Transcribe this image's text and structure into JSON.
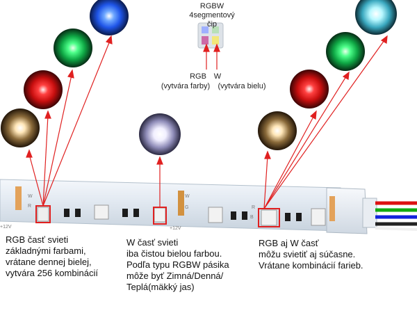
{
  "chip": {
    "title": "RGBW",
    "subtitle": "4segmentový čip",
    "rgb_label": "RGB",
    "rgb_sub": "(vytvára farby)",
    "w_label": "W",
    "w_sub": "(vytvára bielu)"
  },
  "strip_marks": {
    "w": "W",
    "r": "R",
    "g": "G",
    "b": "B",
    "plus12v": "+12V"
  },
  "captions": {
    "left": [
      "RGB časť svieti",
      "základnými farbami,",
      "vrátane dennej bielej,",
      "vytvára 256 kombinácií"
    ],
    "middle": [
      "W časť svieti",
      "iba čistou bielou farbou.",
      "Podľa typu RGBW pásika",
      "môže byť Zimná/Denná/",
      "Teplá(mäkký jas)"
    ],
    "right": [
      "RGB aj W časť",
      "môžu svietiť aj súčasne.",
      "Vrátane kombinácií farieb."
    ]
  },
  "colors": {
    "arrow": "#e02020",
    "strip": "#e6edf5",
    "led_blue": "#2a6cff",
    "led_green": "#19d25a",
    "led_red": "#ff2a2a",
    "led_warm": "#ffd9a0",
    "led_white": "#f4f2ff",
    "led_cyan": "#7ef0ff"
  }
}
